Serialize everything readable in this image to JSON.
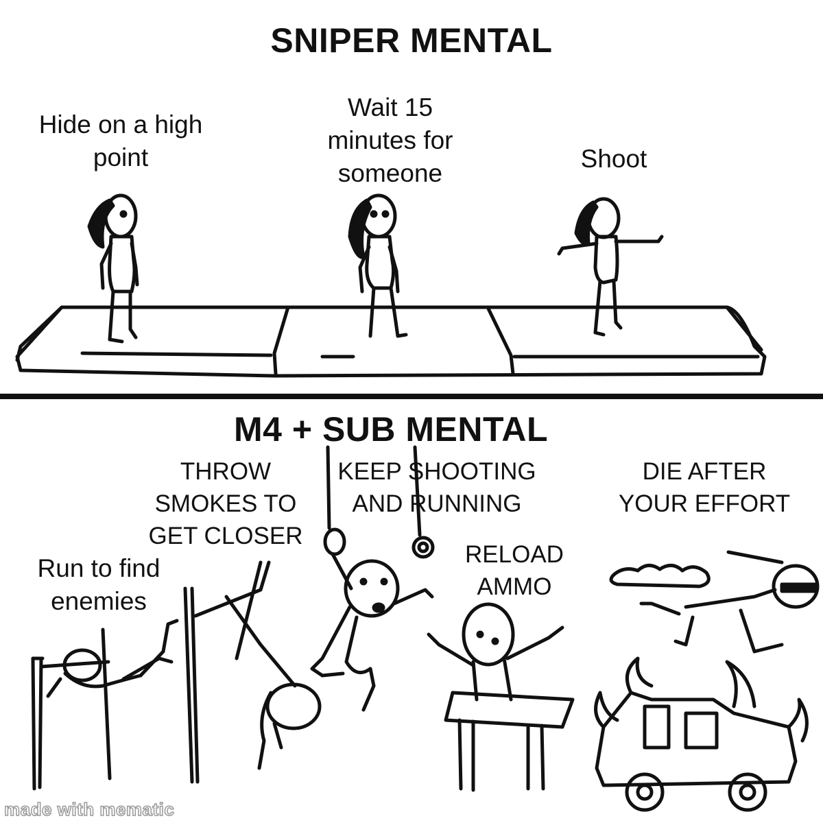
{
  "top_panel": {
    "title": "SNIPER MENTAL",
    "captions": [
      {
        "lines": [
          "Hide on a high",
          "point"
        ]
      },
      {
        "lines": [
          "Wait 15",
          "minutes for",
          "someone"
        ]
      },
      {
        "lines": [
          "Shoot"
        ]
      }
    ]
  },
  "bottom_panel": {
    "title": "M4 + SUB MENTAL",
    "captions": [
      {
        "lines": [
          "Run to find",
          "enemies"
        ]
      },
      {
        "lines": [
          "THROW",
          "SMOKES TO",
          "GET CLOSER"
        ]
      },
      {
        "lines": [
          "KEEP SHOOTING",
          "AND RUNNING"
        ]
      },
      {
        "lines": [
          "RELOAD",
          "AMMO"
        ]
      },
      {
        "lines": [
          "DIE AFTER",
          "YOUR EFFORT"
        ]
      }
    ]
  },
  "watermark": "made with mematic"
}
